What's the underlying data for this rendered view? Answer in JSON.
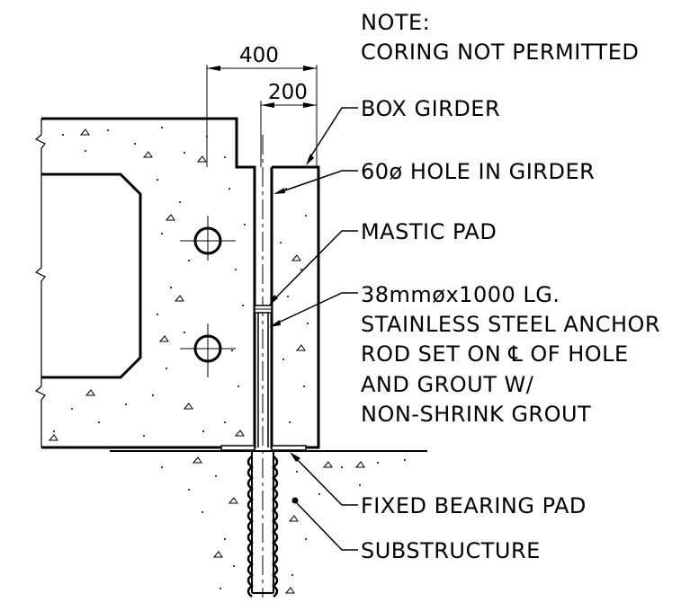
{
  "note": {
    "title": "NOTE:",
    "line1": "CORING NOT PERMITTED"
  },
  "dimensions": {
    "overall": "400",
    "inner": "200"
  },
  "labels": {
    "box_girder": "BOX GIRDER",
    "hole": "60ø HOLE IN GIRDER",
    "mastic_pad": "MASTIC PAD",
    "anchor_line1": "38mmøx1000 LG.",
    "anchor_line2": "STAINLESS STEEL ANCHOR",
    "anchor_line3": "ROD SET ON ℄ OF HOLE",
    "anchor_line4": "AND GROUT W/",
    "anchor_line5": "NON-SHRINK GROUT",
    "bearing_pad": "FIXED BEARING PAD",
    "substructure": "SUBSTRUCTURE"
  }
}
